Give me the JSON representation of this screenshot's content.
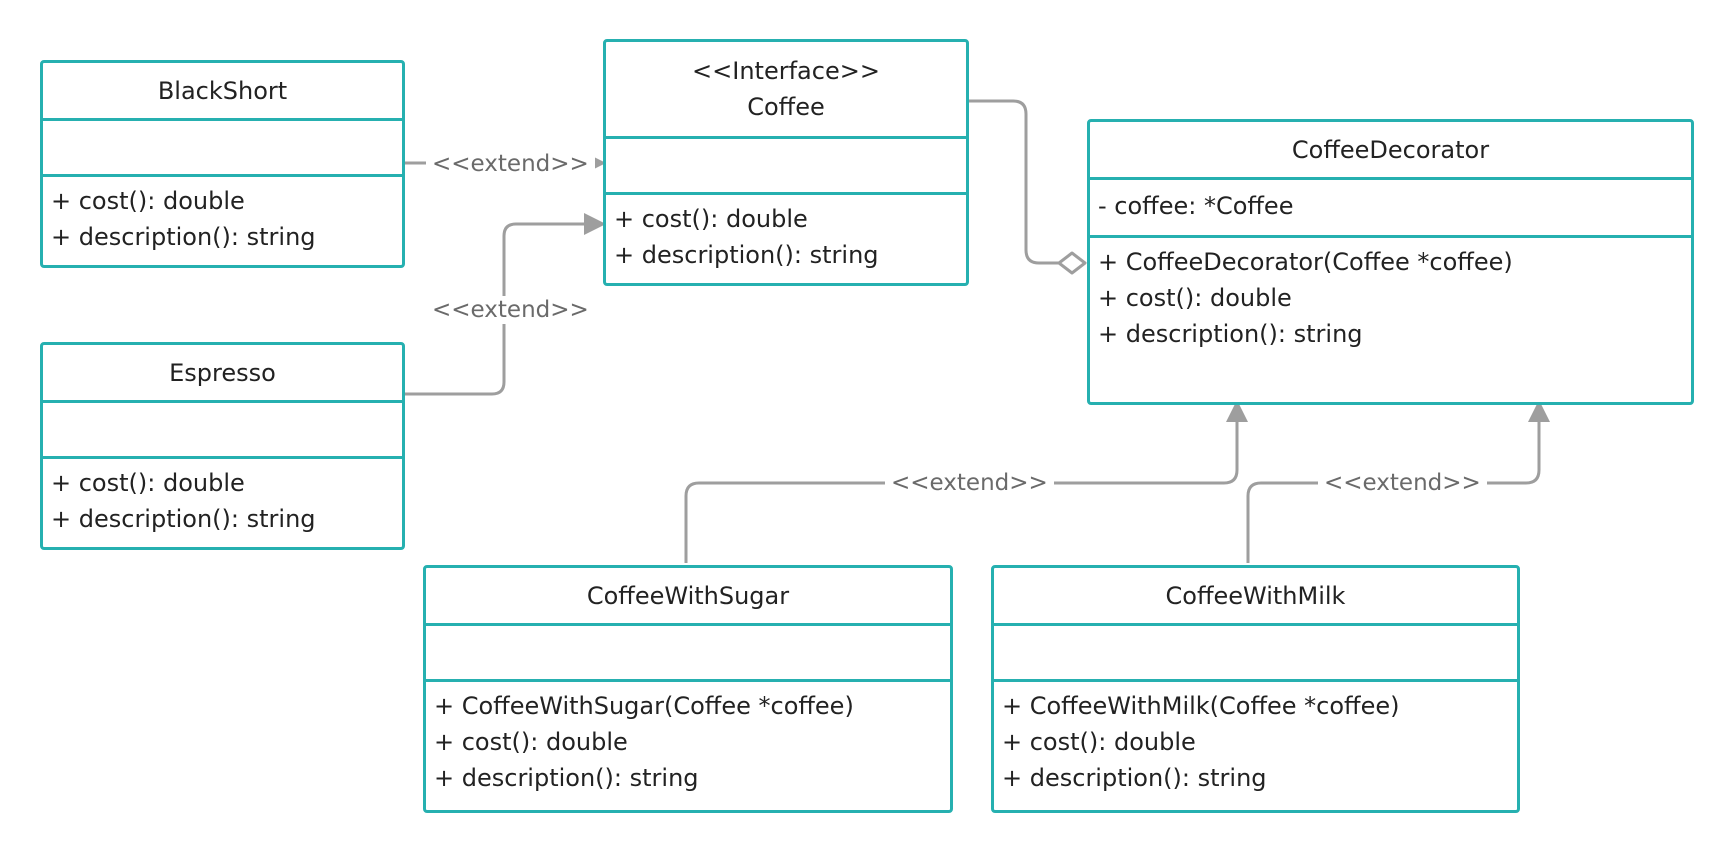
{
  "diagram": {
    "classes": {
      "blackshort": {
        "name": "BlackShort",
        "attributes": [],
        "methods": [
          "+ cost(): double",
          "+ description(): string"
        ]
      },
      "espresso": {
        "name": "Espresso",
        "attributes": [],
        "methods": [
          "+ cost(): double",
          "+ description(): string"
        ]
      },
      "coffee": {
        "stereotype": "<<Interface>>",
        "name": "Coffee",
        "attributes": [],
        "methods": [
          "+ cost(): double",
          "+ description(): string"
        ]
      },
      "decorator": {
        "name": "CoffeeDecorator",
        "attributes": [
          "- coffee: *Coffee"
        ],
        "methods": [
          "+ CoffeeDecorator(Coffee *coffee)",
          "+ cost(): double",
          "+ description(): string"
        ]
      },
      "sugar": {
        "name": "CoffeeWithSugar",
        "attributes": [],
        "methods": [
          "+ CoffeeWithSugar(Coffee *coffee)",
          "+ cost(): double",
          "+ description(): string"
        ]
      },
      "milk": {
        "name": "CoffeeWithMilk",
        "attributes": [],
        "methods": [
          "+ CoffeeWithMilk(Coffee *coffee)",
          "+ cost(): double",
          "+ description(): string"
        ]
      }
    },
    "relations": {
      "blackshort_coffee": {
        "type": "extend",
        "label": "<<extend>>"
      },
      "espresso_coffee": {
        "type": "extend",
        "label": "<<extend>>"
      },
      "sugar_decorator": {
        "type": "extend",
        "label": "<<extend>>"
      },
      "milk_decorator": {
        "type": "extend",
        "label": "<<extend>>"
      },
      "coffee_decorator": {
        "type": "aggregation",
        "label": ""
      }
    },
    "colors": {
      "class_border": "#26b0b0",
      "connector": "#9e9e9e",
      "label_text": "#6a6a6a"
    }
  }
}
